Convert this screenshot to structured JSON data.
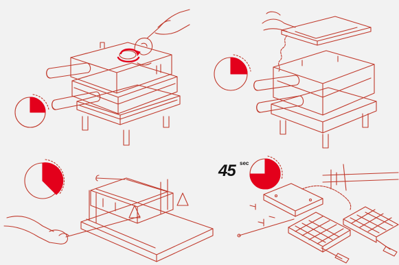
{
  "timer_label": {
    "value": "45",
    "unit": "sec"
  },
  "colors": {
    "line": "#c0392b",
    "fill": "#e3001b",
    "background": "#f2f2f2"
  },
  "panels": [
    {
      "name": "step-1-unscrew-lid",
      "timer_fraction": 0.25
    },
    {
      "name": "step-2-lift-lid",
      "timer_fraction": 0.25
    },
    {
      "name": "step-3-remove-pins",
      "timer_fraction": 0.45
    },
    {
      "name": "step-4-open-mold",
      "timer_fraction": 0.75
    }
  ]
}
